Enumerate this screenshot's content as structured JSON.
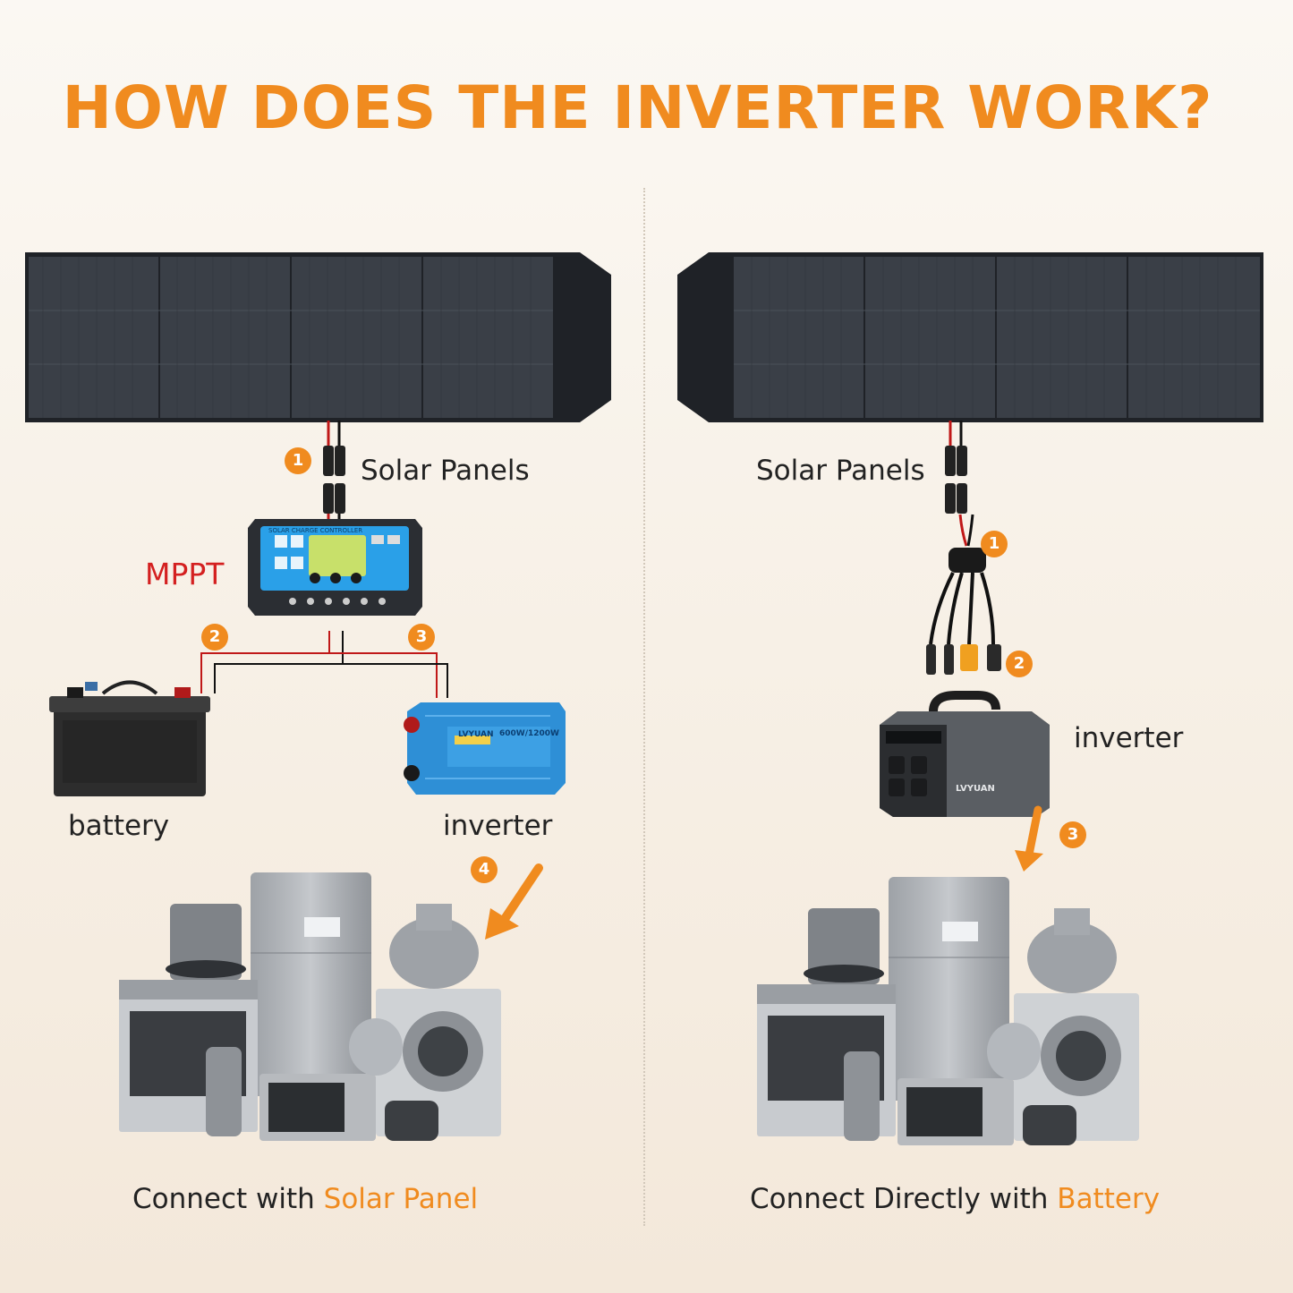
{
  "title": "HOW DOES THE INVERTER WORK?",
  "left": {
    "solar_label": "Solar Panels",
    "controller_label": "MPPT",
    "controller_screen_text": "SOLAR CHARGE CONTROLLER",
    "battery_label": "battery",
    "inverter_label": "inverter",
    "inverter_brand": "LVYUAN",
    "inverter_rating": "600W/1200W",
    "steps": [
      "1",
      "2",
      "3",
      "4"
    ],
    "caption_prefix": "Connect with ",
    "caption_accent": "Solar Panel"
  },
  "right": {
    "solar_label": "Solar Panels",
    "inverter_label": "inverter",
    "inverter_brand": "LVYUAN",
    "steps": [
      "1",
      "2",
      "3"
    ],
    "caption_prefix": "Connect Directly with ",
    "caption_accent": "Battery"
  },
  "colors": {
    "accent": "#f08b1f",
    "mppt_red": "#d42020",
    "panel_dark": "#2b2f36",
    "controller_blue": "#2aa0e8",
    "inverter_blue": "#2e8fd6"
  }
}
